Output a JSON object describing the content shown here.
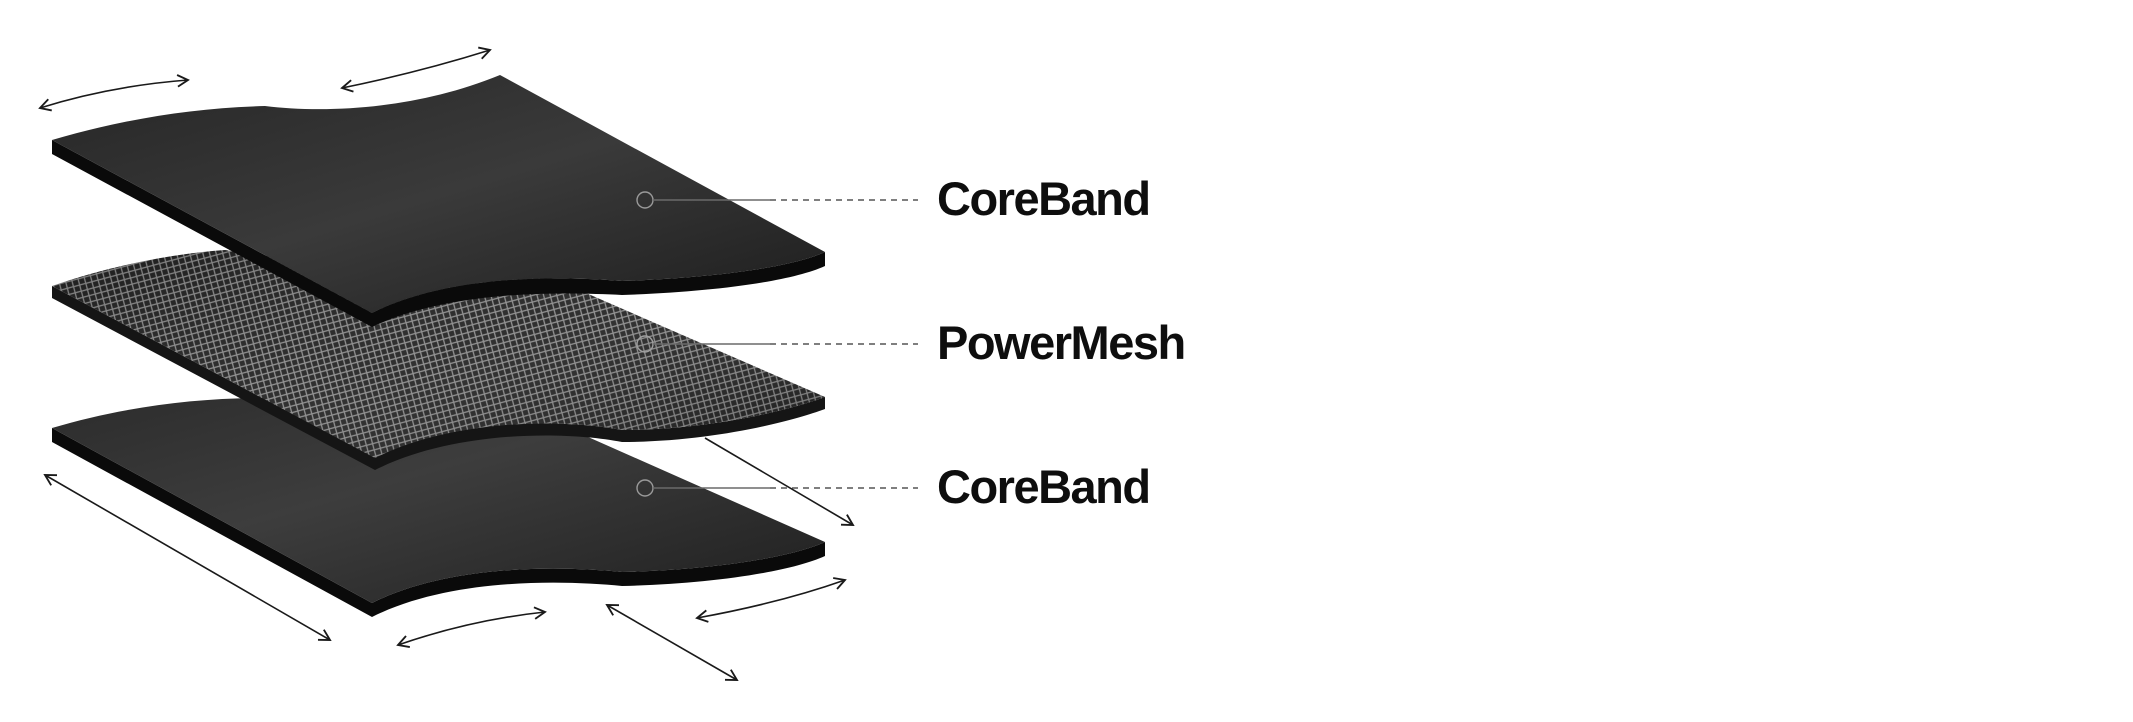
{
  "layers": [
    {
      "id": "top",
      "label": "CoreBand",
      "material": "solid"
    },
    {
      "id": "middle",
      "label": "PowerMesh",
      "material": "mesh"
    },
    {
      "id": "bottom",
      "label": "CoreBand",
      "material": "solid"
    }
  ],
  "colors": {
    "solid_face_light": "#3d3d3d",
    "solid_face_dark": "#1c1c1c",
    "solid_edge": "#0a0a0a",
    "mesh_base": "#1e1e1e",
    "mesh_weave": "#8a8a8a",
    "leader_line": "#555555",
    "arrow": "#1a1a1a",
    "label_text": "#0e0e0e"
  },
  "icons": [
    "stretch-arrow-icon",
    "leader-dot-icon"
  ]
}
